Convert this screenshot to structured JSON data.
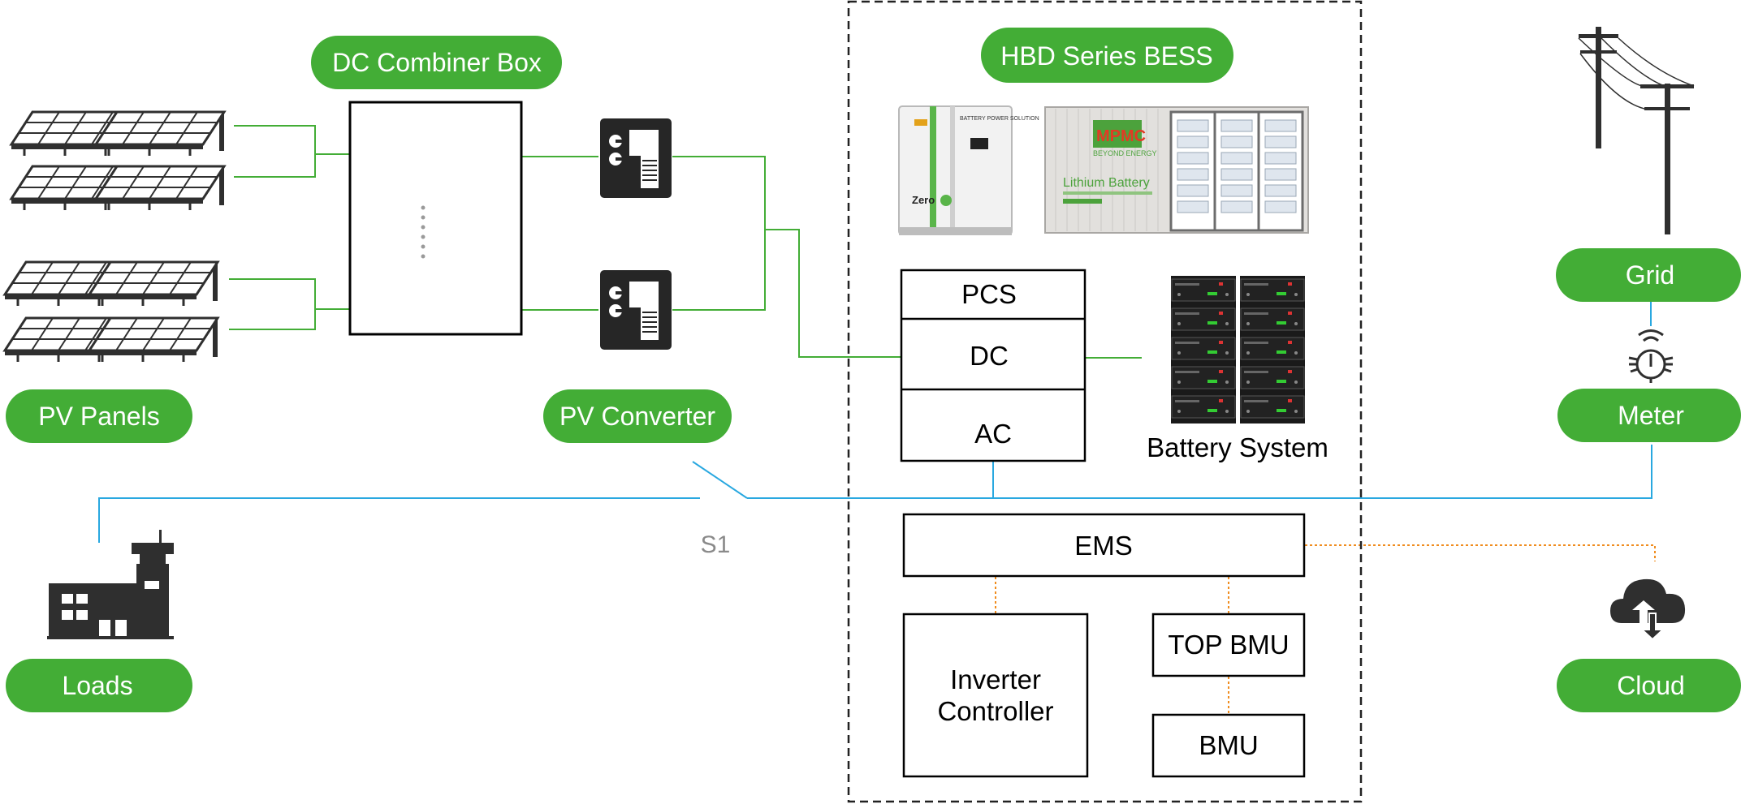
{
  "labels": {
    "dc_combiner_box": "DC Combiner Box",
    "hbd_series_bess": "HBD Series BESS",
    "pv_panels": "PV Panels",
    "pv_converter": "PV Converter",
    "grid": "Grid",
    "meter": "Meter",
    "loads": "Loads",
    "cloud": "Cloud",
    "battery_system": "Battery System",
    "switch_s1": "S1"
  },
  "pcs_stack": {
    "pcs": "PCS",
    "dc": "DC",
    "ac": "AC"
  },
  "control": {
    "ems": "EMS",
    "inverter_controller_line1": "Inverter",
    "inverter_controller_line2": "Controller",
    "top_bmu": "TOP BMU",
    "bmu": "BMU"
  },
  "product_images": {
    "cabinet_header": "BATTERY POWER SOLUTION",
    "cabinet_brand": "Zero",
    "container_logo": "MPMC",
    "container_tagline": "BEYOND ENERGY",
    "container_title": "Lithium Battery"
  },
  "colors": {
    "accent_green": "#43ad36",
    "power_line_green": "#43ad36",
    "ac_line_blue": "#29a8e0",
    "comm_line_orange": "#f08c1e",
    "icon_dark": "#2f2f2f"
  },
  "icons": [
    "solar-panel-icon",
    "pv-converter-icon",
    "power-pole-icon",
    "meter-icon",
    "building-icon",
    "cloud-icon",
    "battery-rack-icon"
  ]
}
